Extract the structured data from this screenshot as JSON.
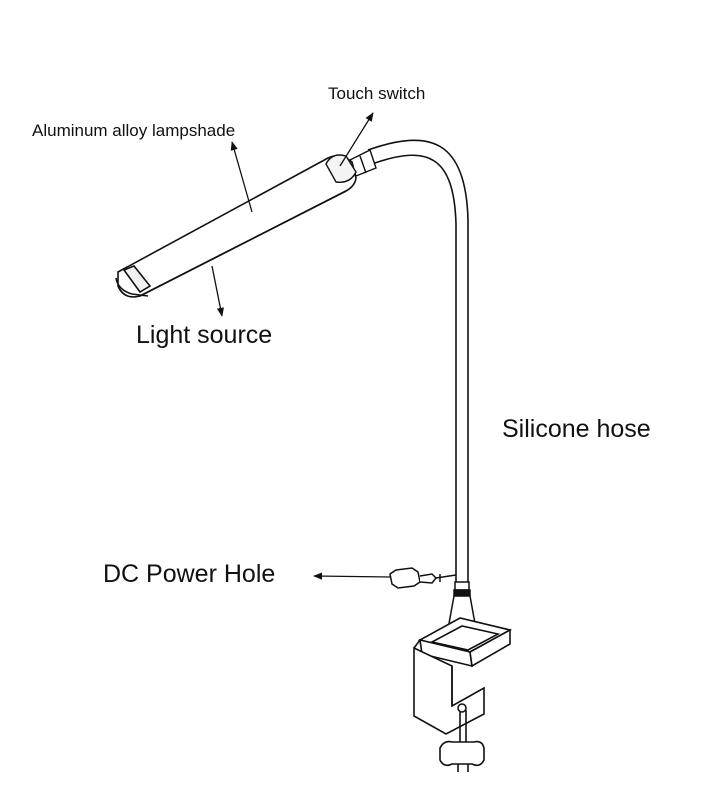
{
  "labels": {
    "touch_switch": "Touch switch",
    "lampshade": "Aluminum alloy lampshade",
    "light_source": "Light source",
    "hose": "Silicone hose",
    "dc_power": "DC Power Hole"
  },
  "colors": {
    "line": "#111111",
    "background": "#ffffff",
    "shade_fill": "#f7f7f7"
  }
}
